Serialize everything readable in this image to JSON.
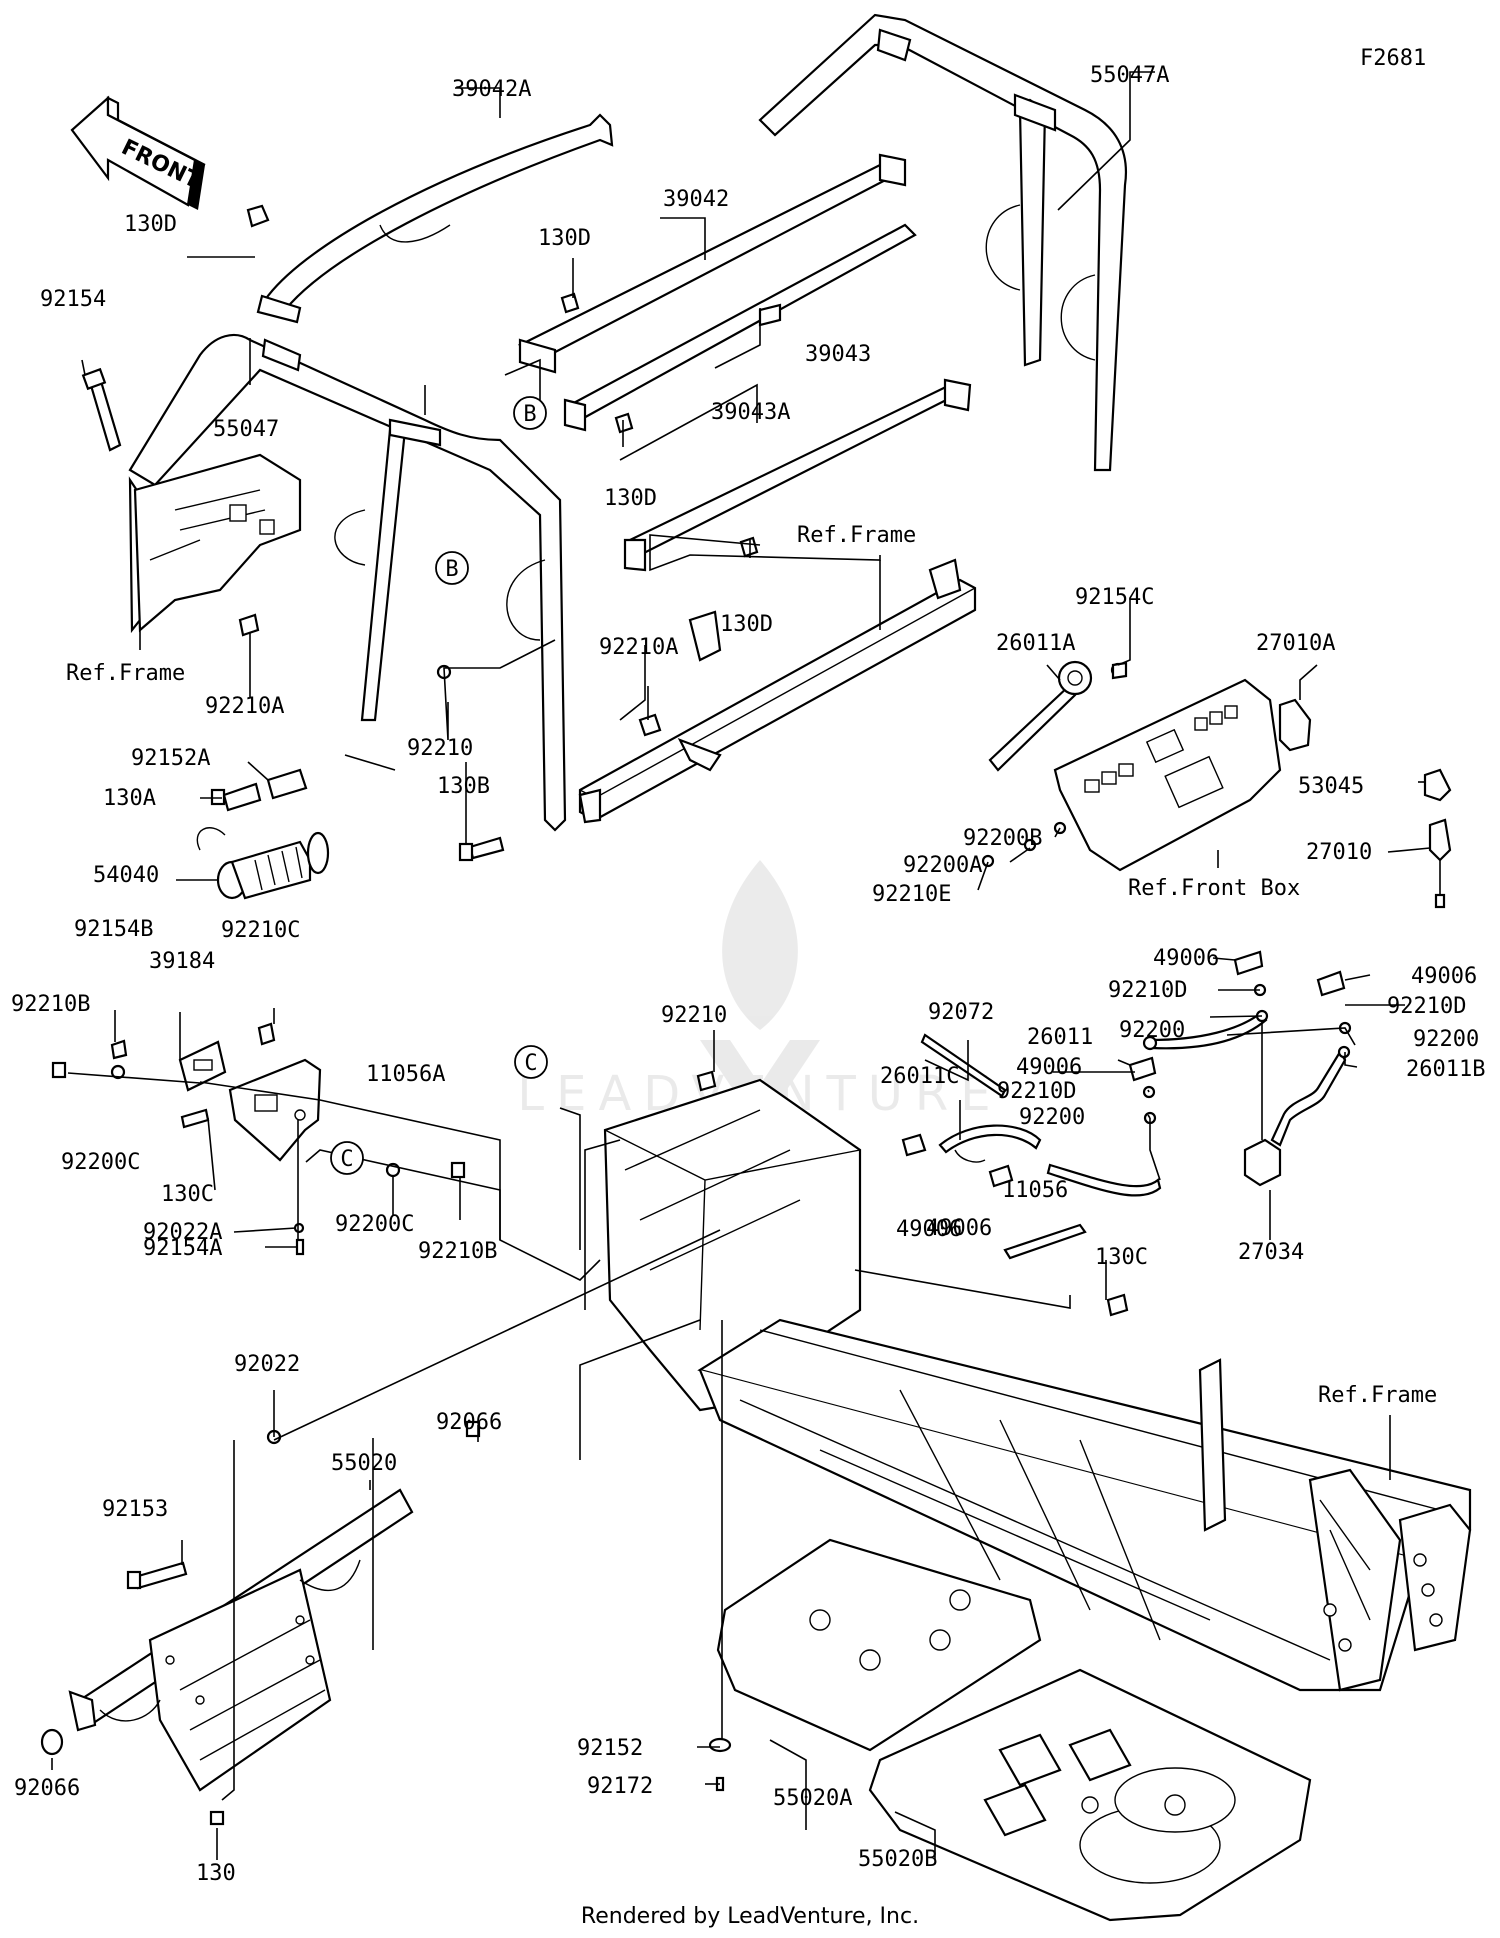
{
  "diagram_code": "F2681",
  "direction_label": "FRONT",
  "footer": "Rendered by LeadVenture, Inc.",
  "watermark": "LEADVENTURE",
  "callout_letters": [
    "B",
    "B",
    "C",
    "C"
  ],
  "labels": [
    {
      "id": "p39042a",
      "text": "39042A"
    },
    {
      "id": "p55047a",
      "text": "55047A"
    },
    {
      "id": "p39042",
      "text": "39042"
    },
    {
      "id": "p130d_a",
      "text": "130D"
    },
    {
      "id": "p130d_b",
      "text": "130D"
    },
    {
      "id": "p92154",
      "text": "92154"
    },
    {
      "id": "p39043",
      "text": "39043"
    },
    {
      "id": "p55047",
      "text": "55047"
    },
    {
      "id": "p130d_c",
      "text": "130D"
    },
    {
      "id": "p39043a",
      "text": "39043A"
    },
    {
      "id": "pref_frame_top",
      "text": "Ref.Frame"
    },
    {
      "id": "p130d_d",
      "text": "130D"
    },
    {
      "id": "pref_frame_left",
      "text": "Ref.Frame"
    },
    {
      "id": "p92210a_a",
      "text": "92210A"
    },
    {
      "id": "p92210a_b",
      "text": "92210A"
    },
    {
      "id": "p92154c",
      "text": "92154C"
    },
    {
      "id": "p26011a",
      "text": "26011A"
    },
    {
      "id": "p27010a",
      "text": "27010A"
    },
    {
      "id": "p92152a",
      "text": "92152A"
    },
    {
      "id": "p92210_a",
      "text": "92210"
    },
    {
      "id": "p130a",
      "text": "130A"
    },
    {
      "id": "p130b",
      "text": "130B"
    },
    {
      "id": "p53045",
      "text": "53045"
    },
    {
      "id": "p54040",
      "text": "54040"
    },
    {
      "id": "p92200b",
      "text": "92200B"
    },
    {
      "id": "p27010",
      "text": "27010"
    },
    {
      "id": "p92200a",
      "text": "92200A"
    },
    {
      "id": "p92210e",
      "text": "92210E"
    },
    {
      "id": "pref_front_box",
      "text": "Ref.Front Box"
    },
    {
      "id": "p92154b",
      "text": "92154B"
    },
    {
      "id": "p92210c",
      "text": "92210C"
    },
    {
      "id": "p49006_a",
      "text": "49006"
    },
    {
      "id": "p39184",
      "text": "39184"
    },
    {
      "id": "p92072",
      "text": "92072"
    },
    {
      "id": "p92210d_a",
      "text": "92210D"
    },
    {
      "id": "p49006_b",
      "text": "49006"
    },
    {
      "id": "p92210b_a",
      "text": "92210B"
    },
    {
      "id": "p92200_a",
      "text": "92200"
    },
    {
      "id": "p92210d_b",
      "text": "92210D"
    },
    {
      "id": "p92210_b",
      "text": "92210"
    },
    {
      "id": "p92200_b",
      "text": "92200"
    },
    {
      "id": "p11056a",
      "text": "11056A"
    },
    {
      "id": "p26011",
      "text": "26011"
    },
    {
      "id": "p26011b",
      "text": "26011B"
    },
    {
      "id": "p49006_c",
      "text": "49006"
    },
    {
      "id": "p26011c",
      "text": "26011C"
    },
    {
      "id": "p92210d_c",
      "text": "92210D"
    },
    {
      "id": "p92200_c",
      "text": "92200"
    },
    {
      "id": "p92200c_a",
      "text": "92200C"
    },
    {
      "id": "p130c_a",
      "text": "130C"
    },
    {
      "id": "p49006_d",
      "text": "49006"
    },
    {
      "id": "p11056",
      "text": "11056"
    },
    {
      "id": "p49006_e",
      "text": "49006"
    },
    {
      "id": "p27034",
      "text": "27034"
    },
    {
      "id": "p92022a",
      "text": "92022A"
    },
    {
      "id": "p92200c_b",
      "text": "92200C"
    },
    {
      "id": "p130c_b",
      "text": "130C"
    },
    {
      "id": "p92154a",
      "text": "92154A"
    },
    {
      "id": "p92210b_b",
      "text": "92210B"
    },
    {
      "id": "p92022",
      "text": "92022"
    },
    {
      "id": "pref_frame_right",
      "text": "Ref.Frame"
    },
    {
      "id": "p92066_a",
      "text": "92066"
    },
    {
      "id": "p55020",
      "text": "55020"
    },
    {
      "id": "p92153",
      "text": "92153"
    },
    {
      "id": "p92152",
      "text": "92152"
    },
    {
      "id": "p55020a",
      "text": "55020A"
    },
    {
      "id": "p92172",
      "text": "92172"
    },
    {
      "id": "p92066_b",
      "text": "92066"
    },
    {
      "id": "p55020b",
      "text": "55020B"
    },
    {
      "id": "p130",
      "text": "130"
    }
  ]
}
